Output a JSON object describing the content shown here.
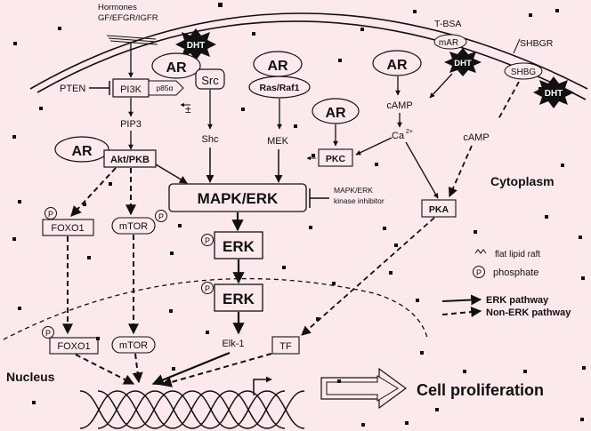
{
  "labels": {
    "hormones": "Hormones",
    "receptors": "GF/EFGR/IGFR",
    "pten": "PTEN",
    "pi3k": "PI3K",
    "p85": "p85α",
    "src": "Src",
    "plus_minus": "±",
    "shc": "Shc",
    "pip3": "PIP3",
    "ar": "AR",
    "akt": "Akt/PKB",
    "ras_raf": "Ras/Raf1",
    "mek": "MEK",
    "mapk_erk": "MAPK/ERK",
    "inhibitor_line1": "MAPK/ERK",
    "inhibitor_line2": "kinase inhibitor",
    "erk": "ERK",
    "elk1": "Elk-1",
    "tf": "TF",
    "foxo1": "FOXO1",
    "mtor": "mTOR",
    "p": "P",
    "dht": "DHT",
    "tbsa": "T-BSA",
    "mar": "mAR",
    "shbgr": "SHBGR",
    "shbg": "SHBG",
    "camp": "cAMP",
    "ca": "Ca",
    "ca_sup": "2+",
    "pkc": "PKC",
    "pka": "PKA",
    "cytoplasm": "Cytoplasm",
    "nucleus": "Nucleus",
    "cell_proliferation": "Cell proliferation"
  },
  "legend": {
    "raft": "flat lipid raft",
    "phosphate": "phosphate",
    "erk_pathway": "ERK pathway",
    "non_erk_pathway": "Non-ERK pathway"
  }
}
